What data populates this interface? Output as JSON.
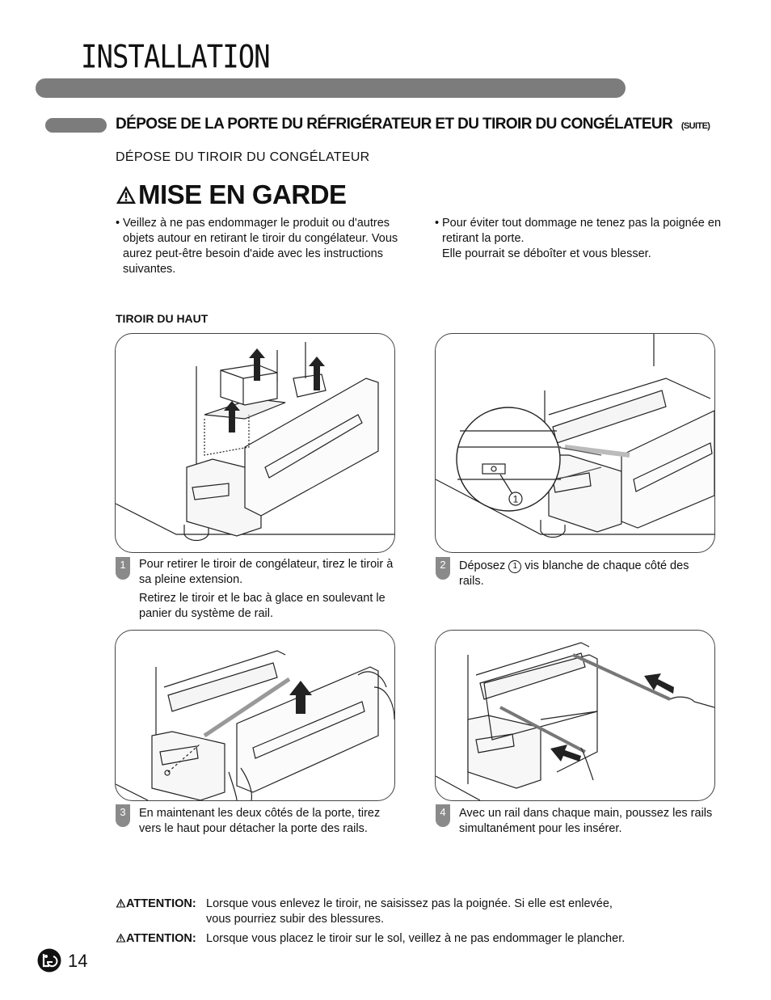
{
  "page": {
    "title": "INSTALLATION",
    "section_title": "DÉPOSE DE LA PORTE DU RÉFRIGÉRATEUR ET DU TIROIR DU CONGÉLATEUR",
    "section_suffix": "(SUITE)",
    "subsection_title": "DÉPOSE DU TIROIR DU CONGÉLATEUR",
    "page_number": "14"
  },
  "warning": {
    "icon": "warning-triangle-icon",
    "heading": "MISE EN GARDE",
    "bullet": "•",
    "left": "Veillez à ne pas endommager le produit ou d'autres objets autour en retirant le tiroir du congélateur. Vous aurez peut-être besoin d'aide avec les instructions suivantes.",
    "right_line1": "Pour éviter tout dommage ne tenez pas la poignée en retirant la porte.",
    "right_line2": "Elle pourrait se déboîter et vous blesser."
  },
  "drawer": {
    "heading": "TIROIR DU HAUT"
  },
  "steps": [
    {
      "number": "1",
      "paragraph1": "Pour retirer le tiroir de congélateur, tirez le tiroir à sa pleine extension.",
      "paragraph2": "Retirez le tiroir et le bac à glace en soulevant le panier du système de rail."
    },
    {
      "number": "2",
      "text_before": "Déposez",
      "callout": "1",
      "text_after": "vis blanche de chaque côté des rails."
    },
    {
      "number": "3",
      "text": "En maintenant les deux côtés de la porte, tirez vers le haut pour détacher la porte des rails."
    },
    {
      "number": "4",
      "text": "Avec un rail dans chaque main, poussez les rails simultanément pour les insérer."
    }
  ],
  "attention": [
    {
      "label": "ATTENTION:",
      "text_line1": "Lorsque vous enlevez le tiroir, ne saisissez pas la poignée. Si elle est enlevée,",
      "text_line2": "vous pourriez subir des blessures."
    },
    {
      "label": "ATTENTION:",
      "text_line1": "Lorsque vous placez le tiroir sur le sol, veillez à ne pas endommager le plancher."
    }
  ],
  "colors": {
    "bar_gray": "#7c7c7c",
    "step_tab_gray": "#8a8a8a"
  }
}
